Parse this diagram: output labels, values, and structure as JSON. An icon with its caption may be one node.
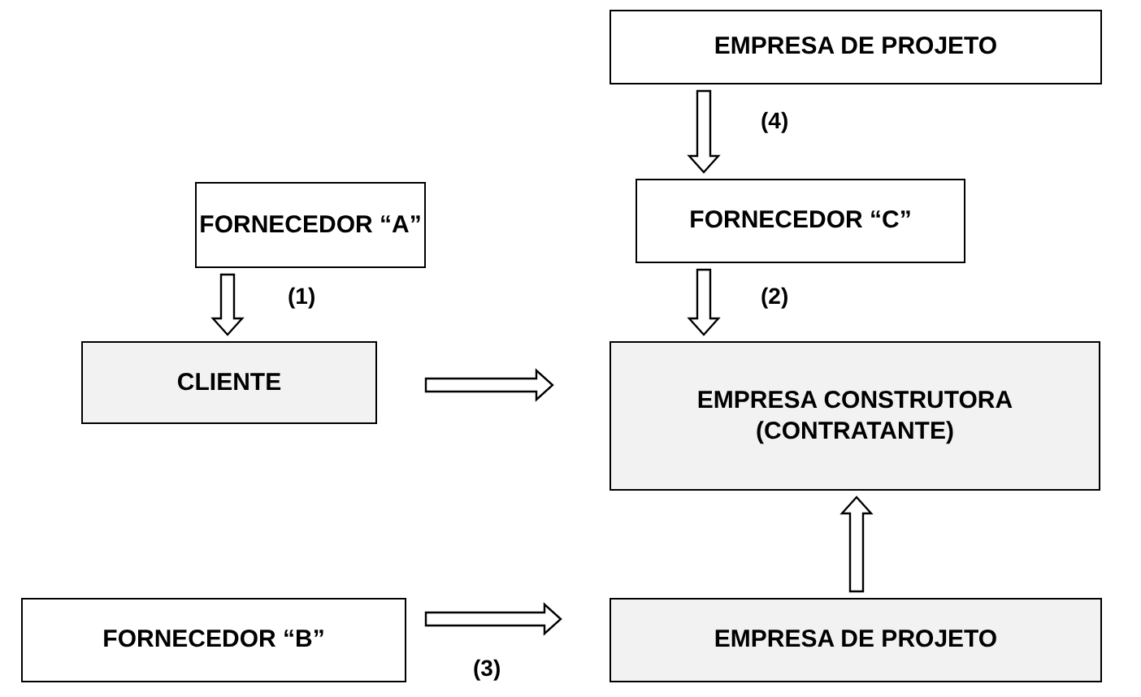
{
  "diagram": {
    "nodes": [
      {
        "text": [
          "EMPRESA DE PROJETO"
        ]
      },
      {
        "text": [
          "FORNECEDOR “A”"
        ]
      },
      {
        "text": [
          "FORNECEDOR “C”"
        ]
      },
      {
        "text": [
          "CLIENTE"
        ]
      },
      {
        "text": [
          "EMPRESA CONSTRUTORA (CONTRATANTE)"
        ]
      },
      {
        "text": [
          "FORNECEDOR “B”"
        ]
      },
      {
        "text": [
          "EMPRESA DE PROJETO"
        ]
      }
    ],
    "edges": [
      {
        "from": 0,
        "to": 2,
        "arrow": "to",
        "label": "(4)"
      },
      {
        "from": 1,
        "to": 3,
        "arrow": "to",
        "label": "(1)"
      },
      {
        "from": 2,
        "to": 4,
        "arrow": "to",
        "label": "(2)"
      },
      {
        "from": 3,
        "to": 4,
        "arrow": "to"
      },
      {
        "from": 5,
        "to": 6,
        "arrow": "to",
        "label": "(3)"
      },
      {
        "from": 6,
        "to": 4,
        "arrow": "to"
      }
    ]
  }
}
